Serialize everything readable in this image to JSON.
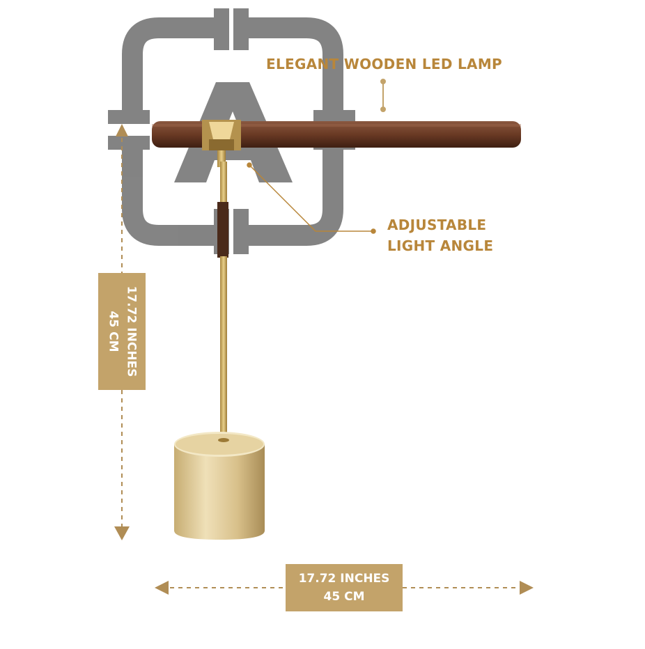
{
  "callouts": {
    "title": "ELEGANT WOODEN LED LAMP",
    "angle_line1": "ADJUSTABLE",
    "angle_line2": "LIGHT ANGLE"
  },
  "dimensions": {
    "width": {
      "line1": "17.72 INCHES",
      "line2": "45 CM"
    },
    "height": {
      "line1": "17.72 INCHES",
      "line2": "45 CM"
    }
  },
  "colors": {
    "accent_gold": "#c3a36a",
    "callout_text": "#b8863a",
    "logo_gray": "#7a7a7a",
    "wood": "#6e3f2a",
    "brass": "#d8c08a"
  },
  "icons": {
    "logo": "watermark-logo-icon",
    "arrow": "dashed-arrow-icon",
    "leader": "callout-leader-icon"
  }
}
